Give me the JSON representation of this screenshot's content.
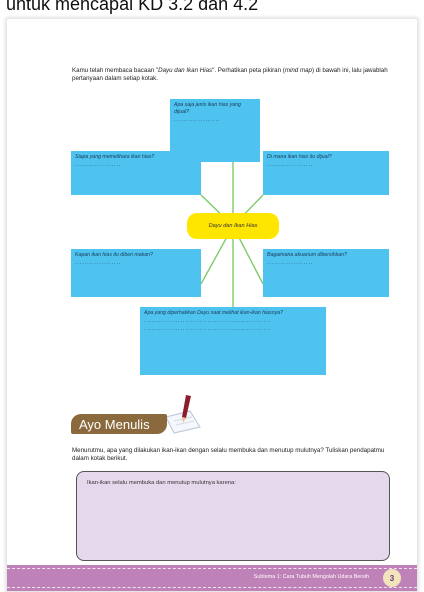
{
  "top_caption": "untuk mencapai KD 3.2 dan 4.2",
  "intro": {
    "part1": "Kamu telah membaca bacaan \"",
    "title_italic": "Dayu dan Ikan Hias",
    "part2": "\". Perhatikan peta pikiran (",
    "term_italic": "mind map",
    "part3": ") di bawah ini, lalu jawablah pertanyaan dalam setiap kotak."
  },
  "mind_map": {
    "center": "Dayu dan Ikan Hias",
    "boxes": {
      "top": "Apa saja jenis ikan hias yang dijual?",
      "left_upper": "Siapa yang memelihara ikan hias?",
      "right_upper": "Di mana ikan hias itu dijual?",
      "left_lower": "Kapan ikan hias itu diberi makan?",
      "right_lower": "Bagaimana akuarium dibersihkan?",
      "bottom": "Apa yang diperhatikan Dayu saat melihat ikan-ikan hiasnya?"
    },
    "dots": "...................",
    "dots_long": "...................................................."
  },
  "ayo_menulis": {
    "title": "Ayo Menulis",
    "question": "Menurutmu, apa yang dilakukan ikan-ikan dengan selalu membuka dan menutup mulutnya? Tuliskan pendapatmu dalam kotak berikut.",
    "answer_prompt": "Ikan-ikan selalu membuka dan menutup mulutnya karena:"
  },
  "footer": {
    "text": "Subtema 1: Cara Tubuh Mengolah Udara Bersih",
    "page_number": "3"
  },
  "colors": {
    "box_blue": "#4fc3f0",
    "center_yellow": "#ffe600",
    "line_green": "#7ecb6a",
    "footer_purple": "#bf82b8",
    "answer_bg": "#e6d8ec",
    "banner_brown": "#8a6a3c"
  }
}
